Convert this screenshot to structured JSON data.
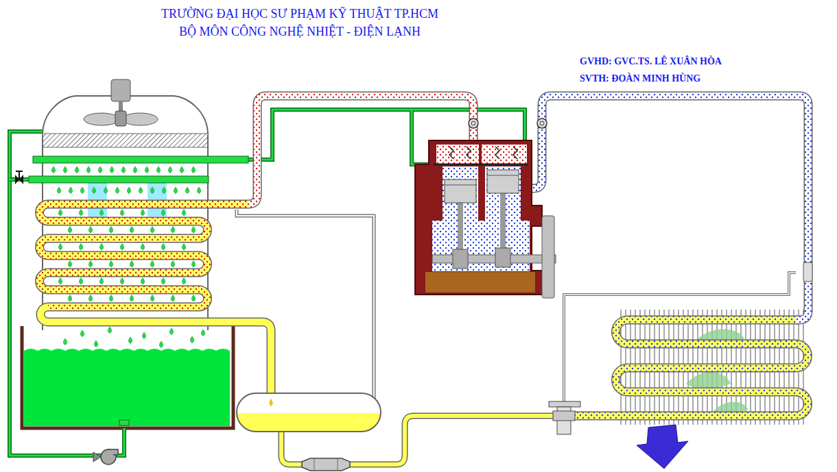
{
  "diagram": {
    "title": "TRƯỜNG ĐẠI HỌC SƯ PHẠM KỸ THUẬT TP.HCM",
    "labels": [
      "BỘ MÔN CÔNG NGHỆ NHIỆT - ĐIỆN LẠNH",
      "GVHD: GVC.TS. LÊ XUÂN HÒA",
      "SVTH: ĐOÀN MINH HÙNG"
    ]
  }
}
